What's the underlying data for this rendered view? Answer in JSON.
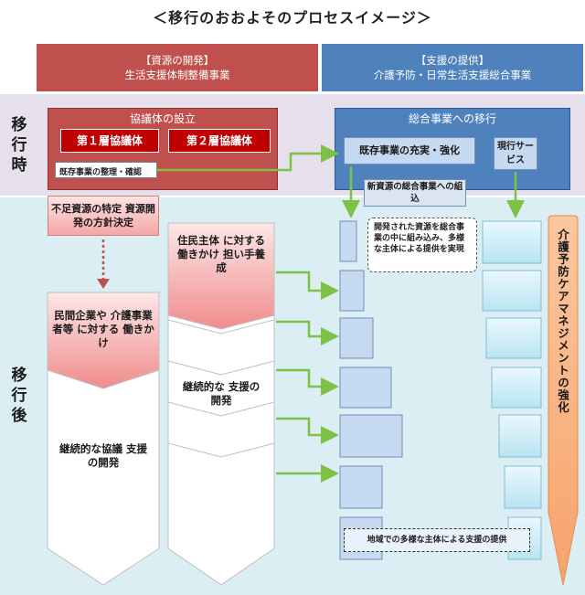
{
  "title": "＜移行のおおよそのプロセスイメージ＞",
  "header_left": {
    "line1": "【資源の開発】",
    "line2": "生活支援体制整備事業"
  },
  "header_right": {
    "line1": "【支援の提供】",
    "line2": "介護予防・日常生活支援総合事業"
  },
  "row_labels": {
    "upper": "移行時",
    "lower": "移行後"
  },
  "upper_left": {
    "title": "協議体の設立",
    "tier1": "第１層協議体",
    "tier2": "第２層協議体",
    "sort_confirm": "既存事業の整理・確認"
  },
  "upper_right": {
    "title": "総合事業への移行",
    "enhance": "既存事業の充実・強化",
    "current_service": "現行サービス",
    "new_resource": "新資源の総合事業への組込"
  },
  "lower_left": {
    "shortage": "不足資源の特定 資源開発の方針決定",
    "company": "民間企業や 介護事業者等 に対する 働きかけ",
    "continuous_council": "継続的な協議 支援の開発"
  },
  "lower_middle": {
    "resident": "住民主体 に対する 働きかけ 担い手養成",
    "continuous_support": "継続的な 支援の開発"
  },
  "note": "開発された資源を総合事業の中に組み込み、多様な主体による提供を実現",
  "care_management": "介護予防ケアマネジメントの強化",
  "bottom_bar": "地域での多様な主体による支援の提供"
}
